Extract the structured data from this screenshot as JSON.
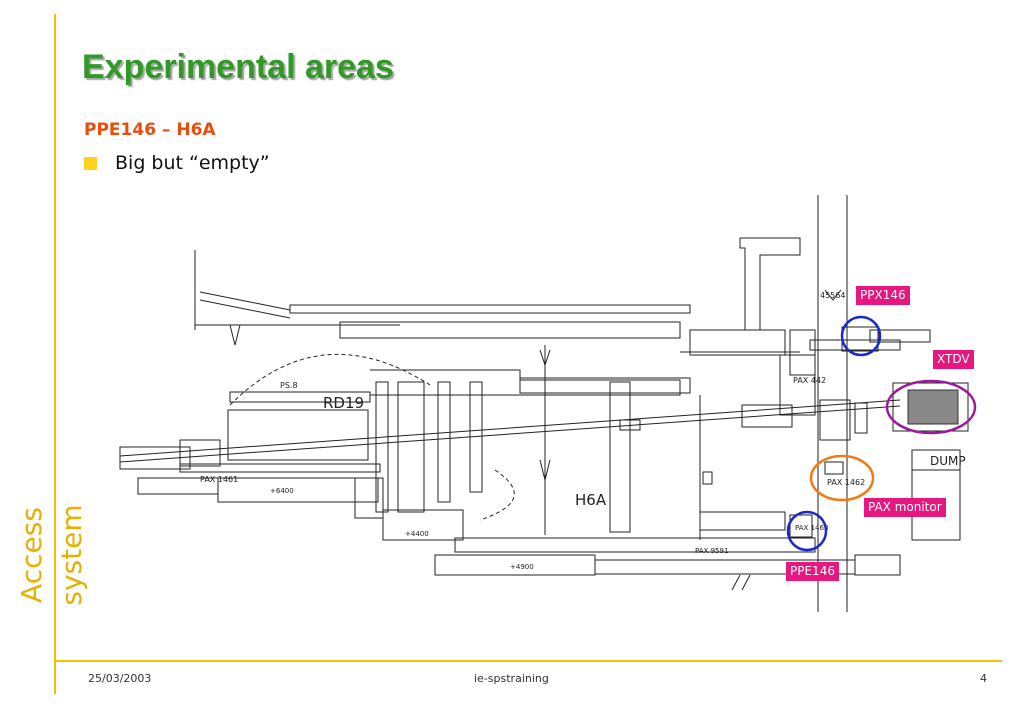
{
  "slide": {
    "title": "Experimental areas",
    "subtitle": "PPE146 – H6A",
    "bullet": "Big but “empty”",
    "side_label": "Access system"
  },
  "footer": {
    "date": "25/03/2003",
    "center": "ie-spstraining",
    "page": "4"
  },
  "callouts": {
    "ppx146": "PPX146",
    "xtdv": "XTDV",
    "pax_monitor": "PAX monitor",
    "ppe146": "PPE146"
  },
  "drawing_labels": {
    "h6a": "H6A",
    "rd19": "RD19",
    "dump": "DUMP",
    "pax_442": "PAX 442",
    "pax_1461": "PAX 1461",
    "pax_1462": "PAX 1462",
    "pax_9591": "PAX 9591",
    "pax_1468": "PAX 1468",
    "level_6400": "+6400",
    "level_4400": "+4400",
    "level_4900": "+4900",
    "ps8": "PS.8",
    "code_45564": "45564"
  },
  "colors": {
    "title_green": "#2f9a25",
    "subtitle_orange": "#e84d0e",
    "accent_yellow": "#f2c200",
    "callout_pink": "#e8167f",
    "circle_blue": "#1a27c9",
    "circle_orange": "#f07a1a",
    "circle_purple": "#a0189a"
  }
}
